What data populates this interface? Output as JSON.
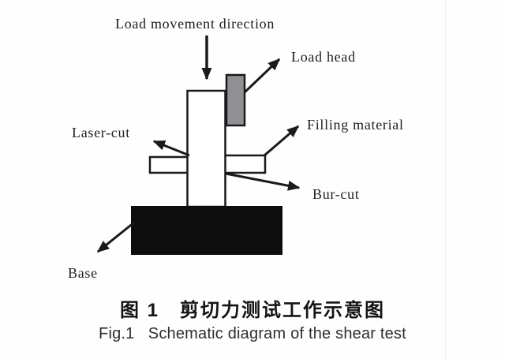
{
  "figure": {
    "labels": {
      "load_movement": "Load movement direction",
      "load_head": "Load head",
      "laser_cut": "Laser-cut",
      "filling_material": "Filling material",
      "bur_cut": "Bur-cut",
      "base": "Base"
    },
    "caption_cn": "图 1   剪切力测试工作示意图",
    "caption_en": "Fig.1   Schematic diagram of the shear test",
    "colors": {
      "load_head_fill": "#8f9094",
      "base_fill": "#0d0d0d",
      "line": "#1a1a1a",
      "background": "#fefefe"
    }
  }
}
